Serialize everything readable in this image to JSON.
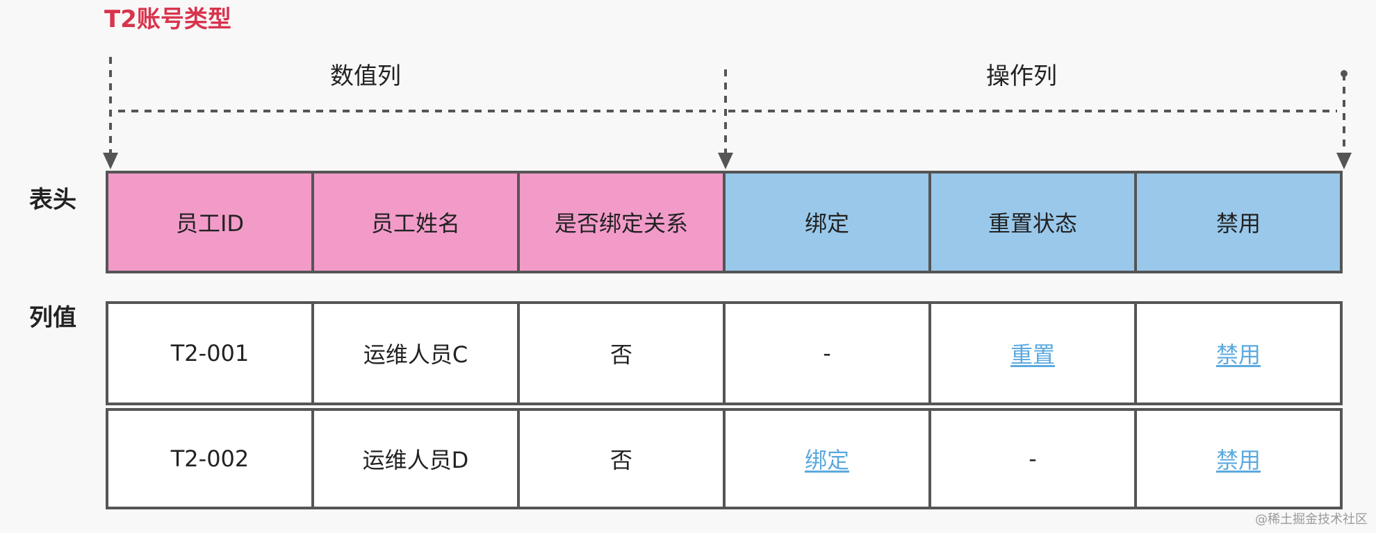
{
  "title": "T2账号类型",
  "groups": {
    "value_columns": "数值列",
    "action_columns": "操作列"
  },
  "row_labels": {
    "header": "表头",
    "values": "列值"
  },
  "header": [
    "员工ID",
    "员工姓名",
    "是否绑定关系",
    "绑定",
    "重置状态",
    "禁用"
  ],
  "rows": [
    [
      "T2-001",
      "运维人员C",
      "否",
      "-",
      "重置",
      "禁用"
    ],
    [
      "T2-002",
      "运维人员D",
      "否",
      "绑定",
      "-",
      "禁用"
    ]
  ],
  "colors": {
    "title": "#d8344d",
    "value_header_bg": "#f29bc9",
    "action_header_bg": "#99c8ea",
    "link": "#5aa9df",
    "border": "#555555"
  },
  "watermark": "@稀土掘金技术社区"
}
